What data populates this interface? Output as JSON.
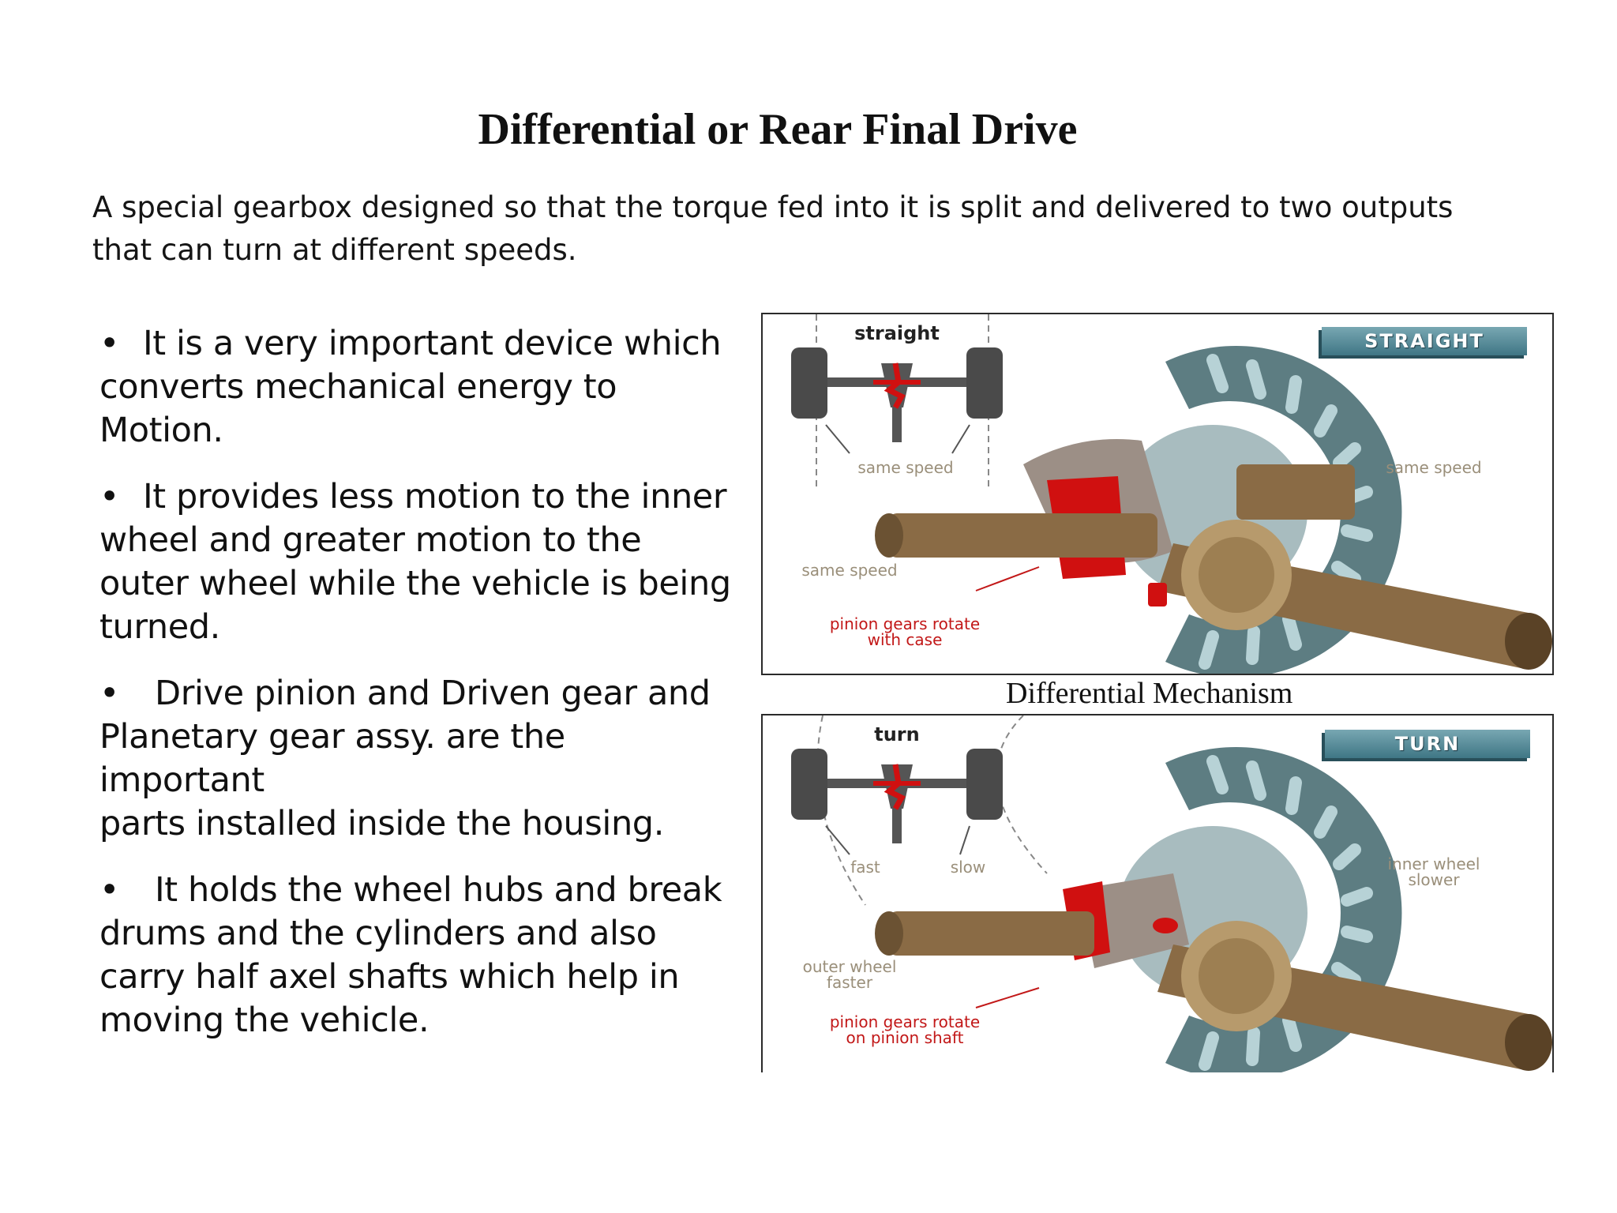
{
  "title": "Differential or Rear Final Drive",
  "intro": {
    "line1": "A special gearbox designed so that the torque fed into it is split and delivered to two outputs",
    "line2": "that can turn at different speeds."
  },
  "bullets": [
    {
      "l1": "It is a very important device which",
      "l2": "converts mechanical energy to",
      "l3": "Motion."
    },
    {
      "l1": "It provides less motion to the inner",
      "l2": "wheel and greater motion to the",
      "l3": "outer wheel while the vehicle is being",
      "l4": "turned."
    },
    {
      "l1": "Drive pinion and Driven gear and",
      "l2": "Planetary gear assy. are the important",
      "l3": "parts installed inside the housing."
    },
    {
      "l1": "It holds the wheel hubs and break",
      "l2": "drums and the cylinders and also",
      "l3": "carry half axel shafts which help in",
      "l4": "moving the vehicle."
    }
  ],
  "caption": "Differential Mechanism",
  "diagram_straight": {
    "badge": "STRAIGHT",
    "mini_title": "straight",
    "mini_label": "same speed",
    "right_label": "same speed",
    "left_label": "same speed",
    "pinion_l1": "pinion gears rotate",
    "pinion_l2": "with case"
  },
  "diagram_turn": {
    "badge": "TURN",
    "mini_title": "turn",
    "fast": "fast",
    "slow": "slow",
    "right_l1": "inner wheel",
    "right_l2": "slower",
    "left_l1": "outer wheel",
    "left_l2": "faster",
    "pinion_l1": "pinion gears rotate",
    "pinion_l2": "on pinion shaft"
  },
  "colors": {
    "gear": "#8fb3b9",
    "gear_dark": "#4f6f75",
    "shaft": "#8a6b45",
    "red": "#d01010",
    "label_gray": "#9a8f7a"
  }
}
